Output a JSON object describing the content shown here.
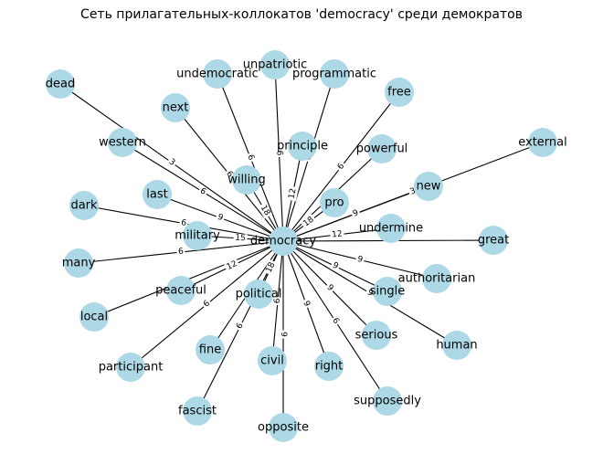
{
  "title": "Сеть прилагательных-коллокатов 'democracy' среди демократов",
  "colors": {
    "node_fill": "#add8e6",
    "edge": "#000000",
    "label": "#000000"
  },
  "graph": {
    "center": "democracy",
    "nodes": [
      "democracy",
      "dead",
      "undemocratic",
      "unpatriotic",
      "programmatic",
      "free",
      "next",
      "principle",
      "powerful",
      "western",
      "external",
      "willing",
      "new",
      "last",
      "pro",
      "dark",
      "undermine",
      "military",
      "great",
      "many",
      "authoritarian",
      "peaceful",
      "single",
      "political",
      "local",
      "serious",
      "human",
      "fine",
      "participant",
      "civil",
      "right",
      "fascist",
      "supposedly",
      "opposite"
    ],
    "edges": [
      {
        "target": "dead",
        "weight": "3"
      },
      {
        "target": "western",
        "weight": "6"
      },
      {
        "target": "undemocratic",
        "weight": "6"
      },
      {
        "target": "next",
        "weight": "6"
      },
      {
        "target": "willing",
        "weight": "18"
      },
      {
        "target": "unpatriotic",
        "weight": "6"
      },
      {
        "target": "principle",
        "weight": "12"
      },
      {
        "target": "programmatic",
        "weight": "6"
      },
      {
        "target": "free",
        "weight": "6"
      },
      {
        "target": "powerful",
        "weight": "18"
      },
      {
        "target": "pro",
        "weight": "18"
      },
      {
        "target": "new",
        "weight": "9"
      },
      {
        "target": "external",
        "weight": "3"
      },
      {
        "target": "undermine",
        "weight": "12"
      },
      {
        "target": "great",
        "weight": ""
      },
      {
        "target": "authoritarian",
        "weight": "9"
      },
      {
        "target": "single",
        "weight": "9"
      },
      {
        "target": "human",
        "weight": "9"
      },
      {
        "target": "serious",
        "weight": "9"
      },
      {
        "target": "supposedly",
        "weight": "6"
      },
      {
        "target": "right",
        "weight": "9"
      },
      {
        "target": "opposite",
        "weight": "9"
      },
      {
        "target": "civil",
        "weight": "6"
      },
      {
        "target": "political",
        "weight": "18"
      },
      {
        "target": "fascist",
        "weight": "6"
      },
      {
        "target": "fine",
        "weight": ""
      },
      {
        "target": "participant",
        "weight": "6"
      },
      {
        "target": "peaceful",
        "weight": "12"
      },
      {
        "target": "local",
        "weight": ""
      },
      {
        "target": "many",
        "weight": "6"
      },
      {
        "target": "military",
        "weight": "15"
      },
      {
        "target": "dark",
        "weight": "6"
      },
      {
        "target": "last",
        "weight": "9"
      }
    ]
  }
}
